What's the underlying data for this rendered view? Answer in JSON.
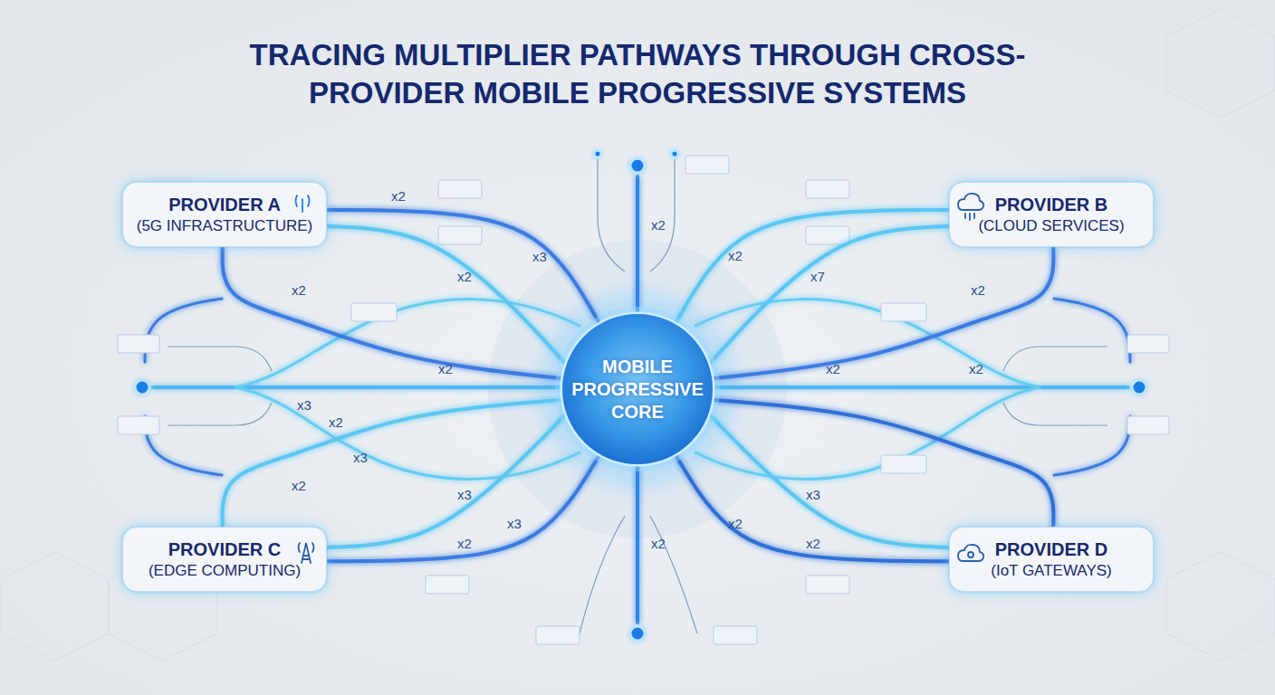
{
  "diagram": {
    "title": "TRACING MULTIPLIER PATHWAYS THROUGH CROSS-PROVIDER MOBILE PROGRESSIVE SYSTEMS",
    "nodes": [
      {
        "text": [
          "PROVIDER A",
          "(5G INFRASTRUCTURE)"
        ]
      },
      {
        "text": [
          "PROVIDER B",
          "(CLOUD SERVICES)"
        ]
      },
      {
        "text": [
          "MOBILE PROGRESSIVE CORE"
        ]
      },
      {
        "text": [
          "PROVIDER C",
          "(EDGE COMPUTING)"
        ]
      },
      {
        "text": [
          "PROVIDER D",
          "(IoT GATEWAYS)"
        ]
      }
    ],
    "edges": [
      {
        "from": 0,
        "to": 2,
        "arrow": "none",
        "label": "x2"
      },
      {
        "from": 0,
        "to": 2,
        "arrow": "none",
        "label": "x3"
      },
      {
        "from": 0,
        "to": 2,
        "arrow": "none",
        "label": "x2"
      },
      {
        "from": 1,
        "to": 2,
        "arrow": "none",
        "label": "x2"
      },
      {
        "from": 1,
        "to": 2,
        "arrow": "none",
        "label": "x7"
      },
      {
        "from": 1,
        "to": 2,
        "arrow": "none",
        "label": "x2"
      },
      {
        "from": 3,
        "to": 2,
        "arrow": "none",
        "label": "x3"
      },
      {
        "from": 3,
        "to": 2,
        "arrow": "none",
        "label": "x3"
      },
      {
        "from": 3,
        "to": 2,
        "arrow": "none",
        "label": "x2"
      },
      {
        "from": 4,
        "to": 2,
        "arrow": "none",
        "label": "x2"
      },
      {
        "from": 4,
        "to": 2,
        "arrow": "none",
        "label": "x3"
      },
      {
        "from": 4,
        "to": 2,
        "arrow": "none",
        "label": "x2"
      }
    ],
    "labels": [
      "x2",
      "x2",
      "x2",
      "x2",
      "x2",
      "x3",
      "x2",
      "x3",
      "x2",
      "x2"
    ]
  }
}
